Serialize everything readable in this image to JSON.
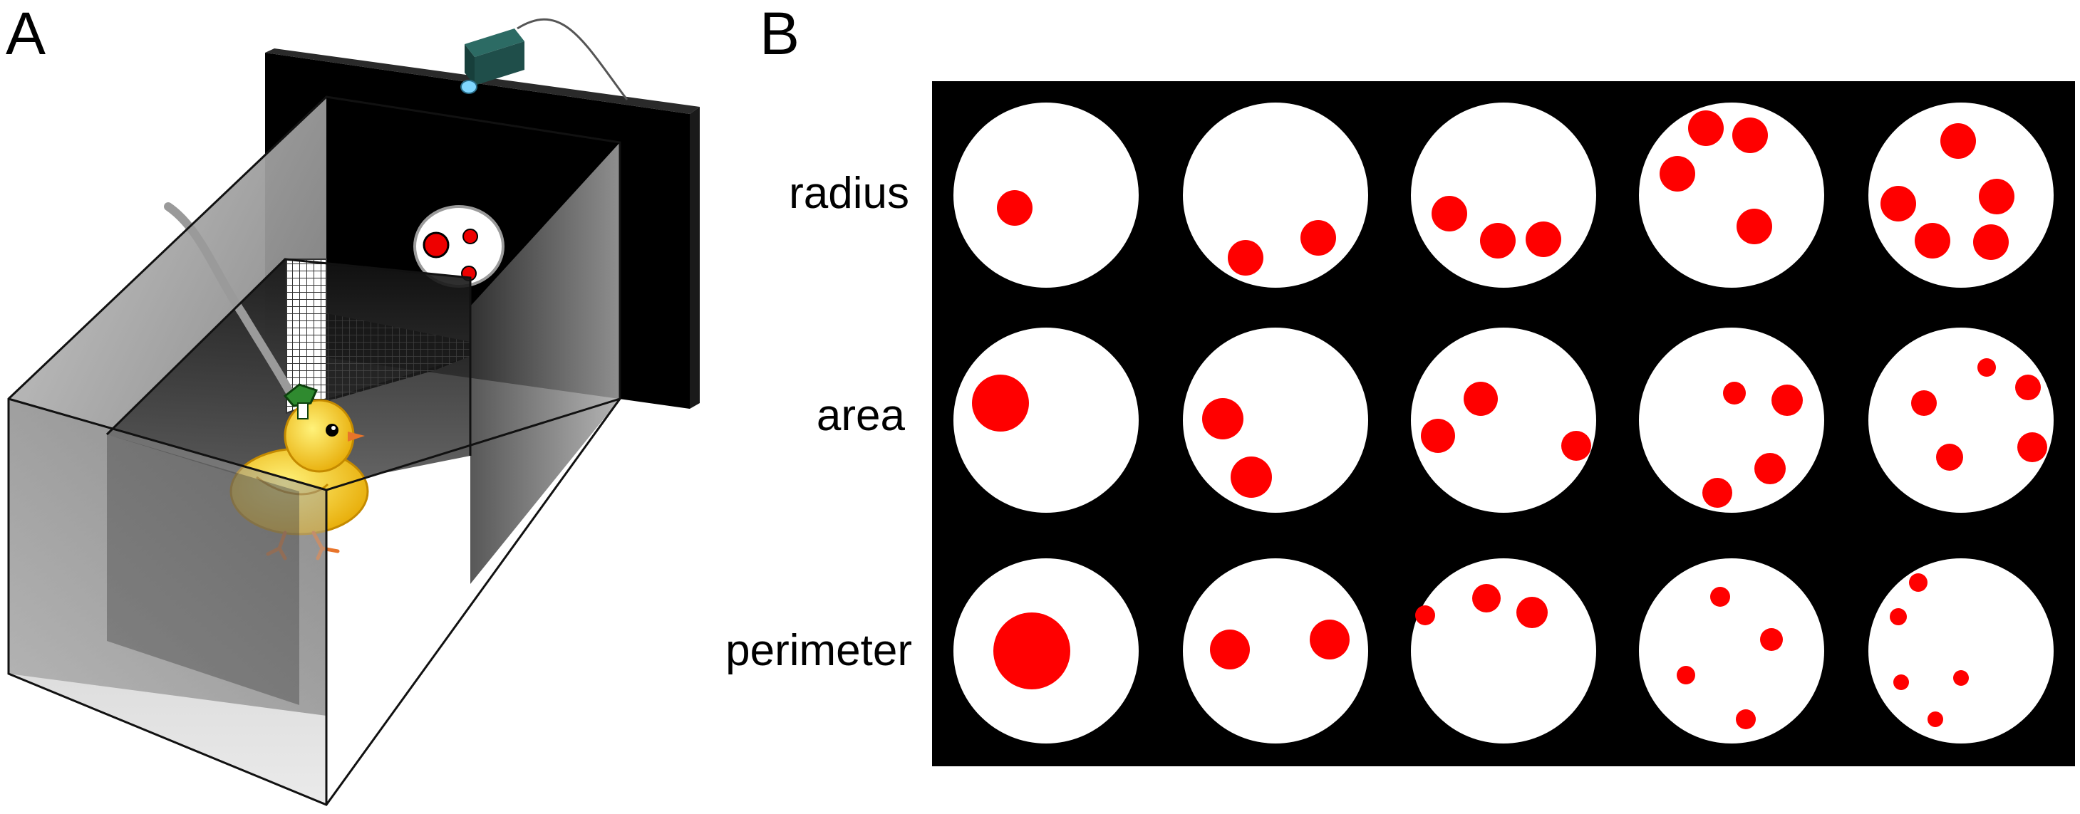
{
  "panel_a": {
    "letter": "A",
    "icons": [
      "camera-icon",
      "chick-icon",
      "wire-mesh-icon",
      "stimulus-display-icon"
    ]
  },
  "panel_b": {
    "letter": "B",
    "rows": [
      {
        "label": "radius",
        "counts": [
          1,
          2,
          3,
          4,
          5
        ]
      },
      {
        "label": "area",
        "counts": [
          1,
          2,
          3,
          4,
          5
        ]
      },
      {
        "label": "perimeter",
        "counts": [
          1,
          2,
          3,
          4,
          5
        ]
      }
    ]
  },
  "colors": {
    "background": "#000000",
    "disc": "#ffffff",
    "dot": "#ff0000",
    "chick": "#f5c518",
    "camera": "#1f4e4a"
  }
}
